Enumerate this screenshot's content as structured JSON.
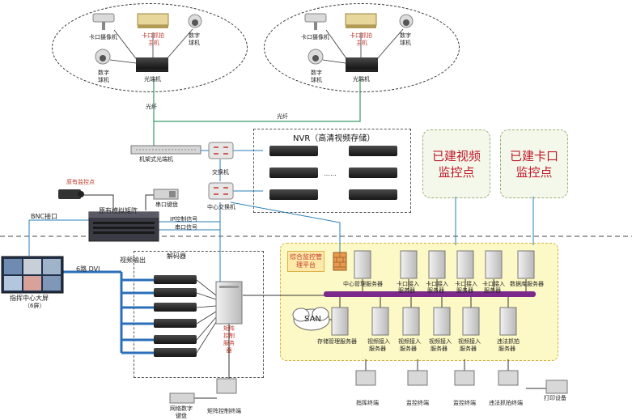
{
  "sites": [
    {
      "label_line1": "已建视频",
      "label_line2": "监控点"
    },
    {
      "label_line1": "已建卡口",
      "label_line2": "监控点"
    }
  ],
  "labels": {
    "checkpoint_camera_left": "卡口摄像机",
    "checkpoint_host_left": "卡口抓拍",
    "checkpoint_host_left2": "主机",
    "dome_left": "数字",
    "dome_left2": "球机",
    "digital_ball_left": "数字",
    "digital_ball_left2": "球机",
    "optical_left": "光端机",
    "checkpoint_camera_right": "卡口摄像机",
    "checkpoint_host_right": "卡口抓拍",
    "checkpoint_host_right2": "主机",
    "dome_right": "数字",
    "dome_right2": "球机",
    "digital_ball_right": "数字",
    "digital_ball_right2": "球机",
    "optical_right": "光端机",
    "fiber_left": "光纤",
    "fiber_right": "光纤",
    "rack_optical": "机架式光端机",
    "switch": "交换机",
    "core_switch": "中心交换机",
    "nvr_title": "NVR（高清视频存储）",
    "nvr_dots": "……",
    "old_camera": "原有监控点",
    "old_matrix": "原有模拟矩阵",
    "serial_keyboard": "串口键盘",
    "bnc": "BNC接口",
    "ip_control": "IP控制信号",
    "serial_signal": "串口信号",
    "video_output": "视频输出",
    "decoder": "解码器",
    "dvi": "6路 DVI",
    "wall": "指挥中心大屏",
    "wall2": "（6屏）",
    "matrix_server": "矩阵控制服务器",
    "platform_title": "综合监控管理平台",
    "center_mgmt": "中心管理服务器",
    "checkpoint_server1": "卡口接入",
    "checkpoint_server1b": "服务器",
    "checkpoint_server2": "卡口接入",
    "checkpoint_server2b": "服务器",
    "checkpoint_server3": "卡口接入",
    "checkpoint_server3b": "服务器",
    "checkpoint_server4": "卡口接入",
    "checkpoint_server4b": "服务器",
    "data_server": "数据库服务器",
    "san": "SAN",
    "storage_server": "存储管理服务器",
    "video_server1": "视频接入",
    "video_server1b": "服务器",
    "video_server2": "视频接入",
    "video_server2b": "服务器",
    "video_server3": "视频接入",
    "video_server3b": "服务器",
    "video_server4": "视频接入",
    "video_server4b": "服务器",
    "violation_server": "违法抓拍",
    "violation_server2": "服务器",
    "term1": "指挥终端",
    "term2": "监控终端",
    "term3": "监控终端",
    "term4": "违法抓拍终端",
    "printer": "打印设备",
    "net_keyboard": "网络数字",
    "net_keyboard2": "键盘",
    "matrix_terminal": "矩阵控制终端"
  },
  "colors": {
    "accent_red": "#c0182b",
    "bus_purple": "#7b2a8c",
    "link_blue": "#2a7fb8",
    "link_green": "#3a9a6a",
    "platform_fill": "#fdf9c6"
  }
}
